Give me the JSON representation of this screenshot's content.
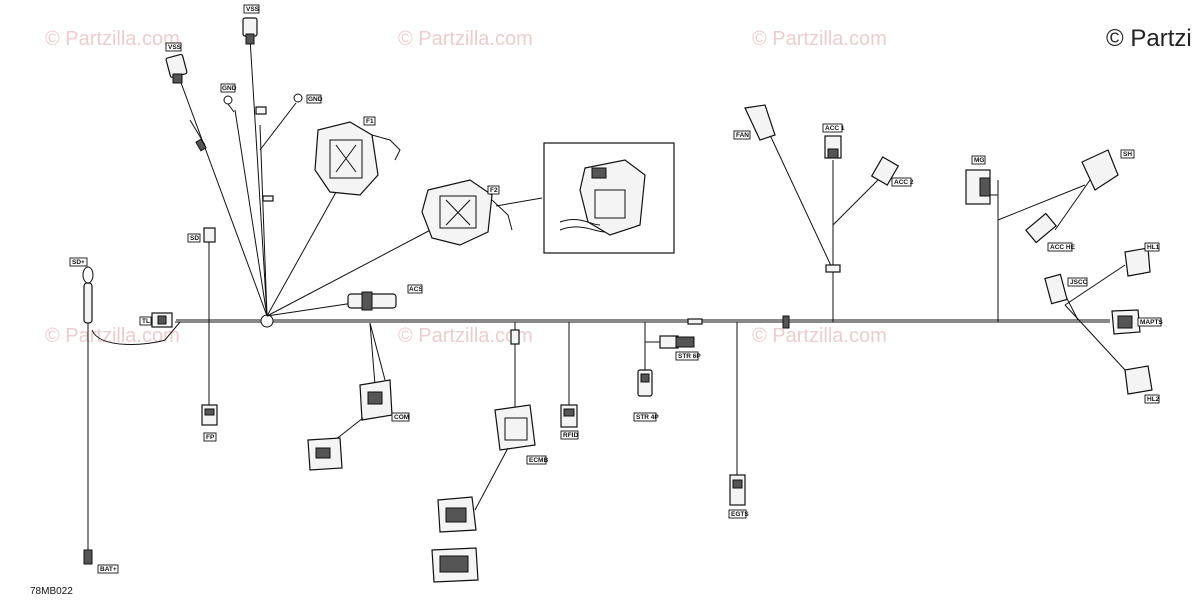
{
  "watermark": {
    "text": "© Partzilla.com",
    "right_text": "© Partzi",
    "color": "#e6bcbc"
  },
  "diagram_code": "78MB022",
  "labels": {
    "vss_top": "VSS",
    "vss_left": "VSS",
    "gnd_1": "GND",
    "gnd_2": "GND",
    "f1": "F1",
    "f2": "F2",
    "sd": "SD",
    "sd_plus": "SD+",
    "tl": "TL",
    "fp": "FP",
    "acs": "ACS",
    "com": "COM",
    "ecm": "ECMB",
    "rfid": "RFID",
    "str6p": "STR 6P",
    "str4p": "STR 4P",
    "egts": "EGTS",
    "fan": "FAN",
    "acc1": "ACC 1",
    "acc2": "ACC 2",
    "mg": "MG",
    "sh": "SH",
    "acc_he": "ACC HE",
    "hl1": "HL1",
    "jscc": "JSCC",
    "maps": "MAPTS",
    "hl2": "HL2",
    "bat": "BAT+"
  }
}
